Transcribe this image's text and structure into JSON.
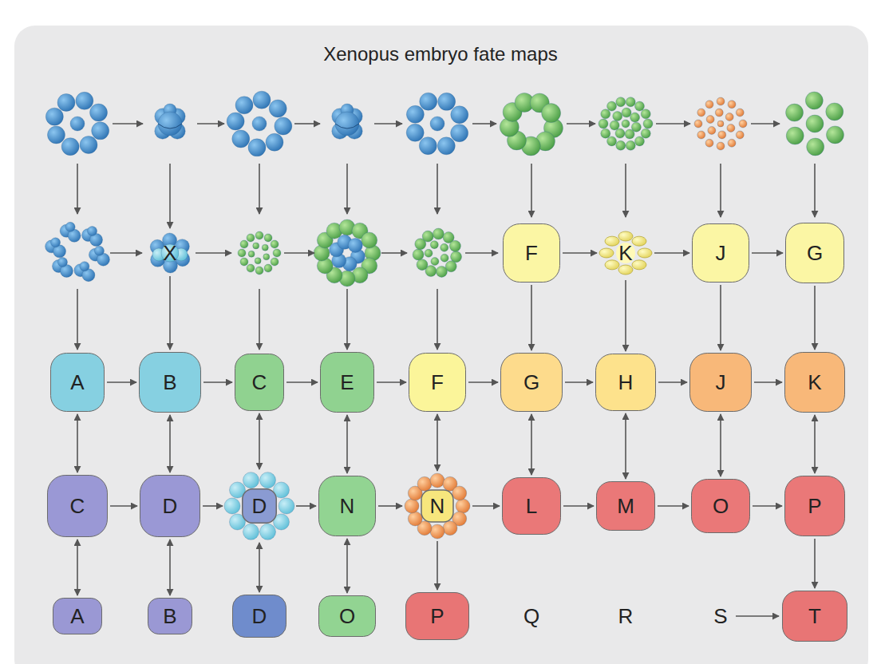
{
  "diagram": {
    "title": "Xenopus embryo fate maps",
    "nodes": [
      {
        "text": [
          "X"
        ]
      },
      {
        "text": [
          "F"
        ]
      },
      {
        "text": [
          "K"
        ]
      },
      {
        "text": [
          "J"
        ]
      },
      {
        "text": [
          "G"
        ]
      },
      {
        "text": [
          "A"
        ]
      },
      {
        "text": [
          "B"
        ]
      },
      {
        "text": [
          "C"
        ]
      },
      {
        "text": [
          "E"
        ]
      },
      {
        "text": [
          "F"
        ]
      },
      {
        "text": [
          "G"
        ]
      },
      {
        "text": [
          "H"
        ]
      },
      {
        "text": [
          "J"
        ]
      },
      {
        "text": [
          "K"
        ]
      },
      {
        "text": [
          "C"
        ]
      },
      {
        "text": [
          "D"
        ]
      },
      {
        "text": [
          "D"
        ]
      },
      {
        "text": [
          "N"
        ]
      },
      {
        "text": [
          "N"
        ]
      },
      {
        "text": [
          "L"
        ]
      },
      {
        "text": [
          "M"
        ]
      },
      {
        "text": [
          "O"
        ]
      },
      {
        "text": [
          "P"
        ]
      },
      {
        "text": [
          "A"
        ]
      },
      {
        "text": [
          "B"
        ]
      },
      {
        "text": [
          "D"
        ]
      },
      {
        "text": [
          "O"
        ]
      },
      {
        "text": [
          "P"
        ]
      },
      {
        "text": [
          "T"
        ]
      }
    ],
    "edges": [
      {
        "from": 1,
        "to": 2,
        "arrow": "to"
      },
      {
        "from": 2,
        "to": 3,
        "arrow": "to"
      },
      {
        "from": 3,
        "to": 4,
        "arrow": "to"
      },
      {
        "from": 0,
        "to": 6,
        "arrow": "to"
      },
      {
        "from": 1,
        "to": 10,
        "arrow": "to"
      },
      {
        "from": 2,
        "to": 11,
        "arrow": "to"
      },
      {
        "from": 3,
        "to": 12,
        "arrow": "to"
      },
      {
        "from": 4,
        "to": 13,
        "arrow": "to"
      },
      {
        "from": 5,
        "to": 6,
        "arrow": "to"
      },
      {
        "from": 6,
        "to": 7,
        "arrow": "to"
      },
      {
        "from": 7,
        "to": 8,
        "arrow": "to"
      },
      {
        "from": 8,
        "to": 9,
        "arrow": "to"
      },
      {
        "from": 9,
        "to": 10,
        "arrow": "to"
      },
      {
        "from": 10,
        "to": 11,
        "arrow": "to"
      },
      {
        "from": 11,
        "to": 12,
        "arrow": "to"
      },
      {
        "from": 12,
        "to": 13,
        "arrow": "to"
      },
      {
        "from": 5,
        "to": 14,
        "arrow": "both"
      },
      {
        "from": 6,
        "to": 15,
        "arrow": "both"
      },
      {
        "from": 7,
        "to": 16,
        "arrow": "both"
      },
      {
        "from": 8,
        "to": 17,
        "arrow": "both"
      },
      {
        "from": 9,
        "to": 18,
        "arrow": "both"
      },
      {
        "from": 10,
        "to": 19,
        "arrow": "both"
      },
      {
        "from": 11,
        "to": 20,
        "arrow": "both"
      },
      {
        "from": 12,
        "to": 21,
        "arrow": "both"
      },
      {
        "from": 13,
        "to": 22,
        "arrow": "both"
      },
      {
        "from": 14,
        "to": 15,
        "arrow": "to"
      },
      {
        "from": 15,
        "to": 16,
        "arrow": "to"
      },
      {
        "from": 16,
        "to": 17,
        "arrow": "to"
      },
      {
        "from": 17,
        "to": 18,
        "arrow": "to"
      },
      {
        "from": 18,
        "to": 19,
        "arrow": "to"
      },
      {
        "from": 19,
        "to": 20,
        "arrow": "to"
      },
      {
        "from": 20,
        "to": 21,
        "arrow": "to"
      },
      {
        "from": 21,
        "to": 22,
        "arrow": "to"
      },
      {
        "from": 14,
        "to": 23,
        "arrow": "both"
      },
      {
        "from": 15,
        "to": 24,
        "arrow": "both"
      },
      {
        "from": 16,
        "to": 25,
        "arrow": "both"
      },
      {
        "from": 17,
        "to": 26,
        "arrow": "both"
      },
      {
        "from": 18,
        "to": 27,
        "arrow": "to"
      },
      {
        "from": 22,
        "to": 28,
        "arrow": "to"
      }
    ],
    "labels": [
      "Q",
      "R",
      "S"
    ]
  }
}
